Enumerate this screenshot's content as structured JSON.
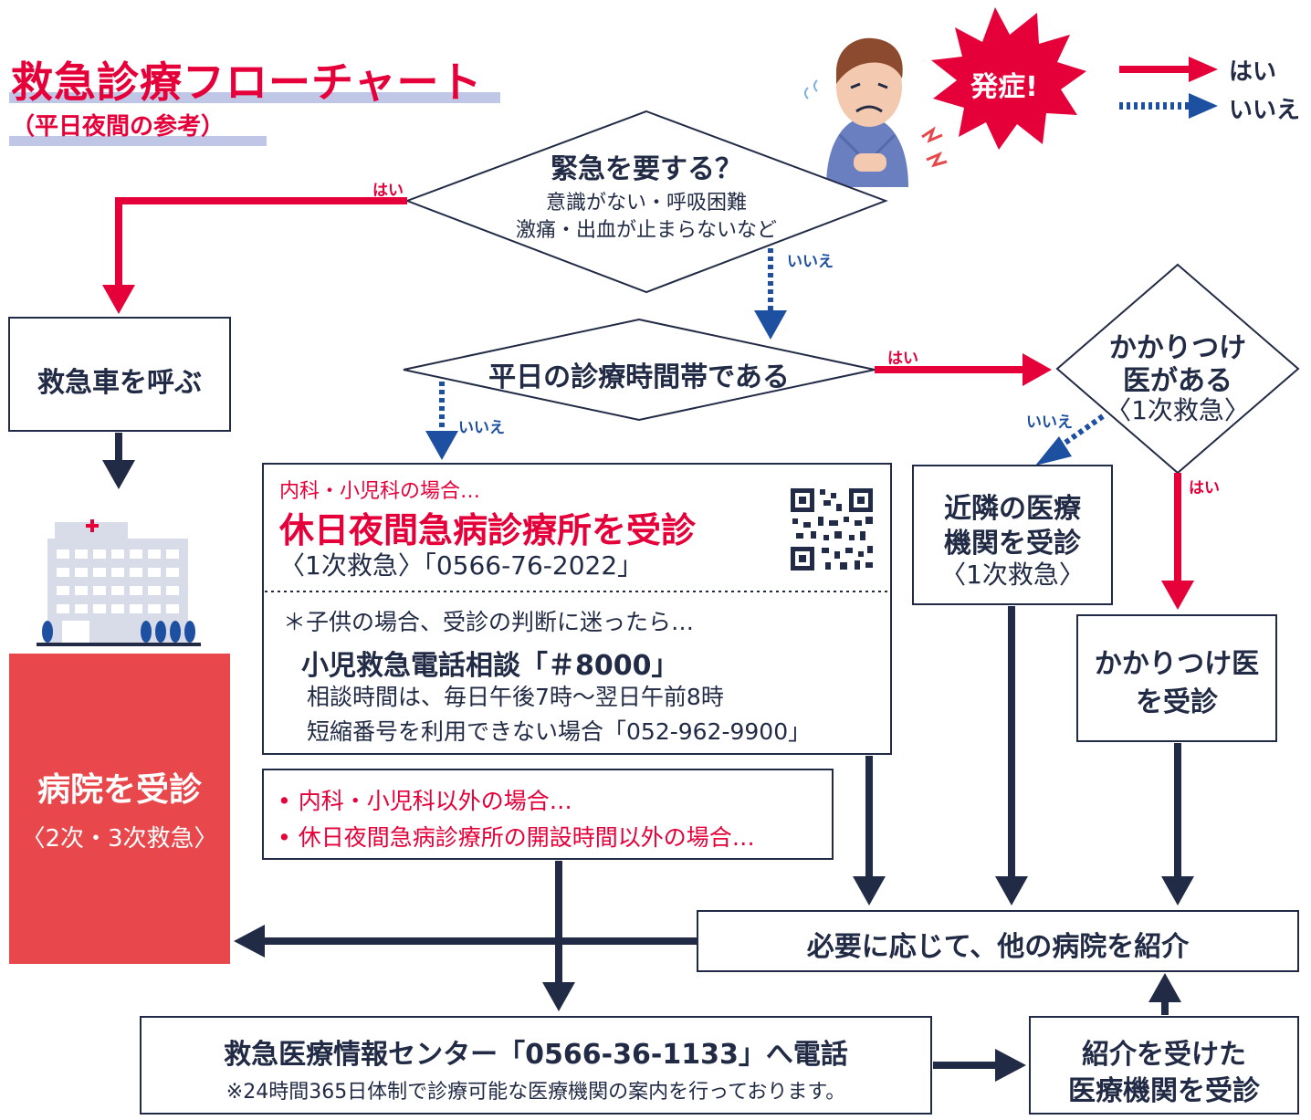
{
  "header": {
    "title": "救急診療フローチャート",
    "subtitle": "（平日夜間の参考）"
  },
  "legend": {
    "yes_label": "はい",
    "no_label": "いいえ"
  },
  "burst_label": "発症!",
  "emergency_decision": {
    "title": "緊急を要する？",
    "line1": "意識がない・呼吸困難",
    "line2": "激痛・出血が止まらないなど",
    "yes": "はい",
    "no": "いいえ"
  },
  "ambulance": {
    "label": "救急車を呼ぶ"
  },
  "weekday_decision": {
    "title": "平日の診療時間帯である",
    "yes": "はい",
    "no": "いいえ"
  },
  "family_doctor_decision": {
    "line1": "かかりつけ",
    "line2": "医がある",
    "line3": "〈1次救急〉",
    "yes": "はい",
    "no": "いいえ"
  },
  "holiday_clinic": {
    "intro": "内科・小児科の場合…",
    "title": "休日夜間急病診療所を受診",
    "detail": "〈1次救急〉「0566-76-2022」",
    "child_intro": "＊子供の場合、受診の判断に迷ったら…",
    "child_title": "小児救急電話相談「＃8000」",
    "child_hours": "相談時間は、毎日午後7時～翌日午前8時",
    "child_alt": "短縮番号を利用できない場合「052-962-9900」"
  },
  "other_cases": {
    "item1": "• 内科・小児科以外の場合…",
    "item2": "• 休日夜間急病診療所の開設時間以外の場合…"
  },
  "nearby": {
    "line1": "近隣の医療",
    "line2": "機関を受診",
    "line3": "〈1次救急〉"
  },
  "family_doctor_visit": {
    "line1": "かかりつけ医",
    "line2": "を受診"
  },
  "hospital": {
    "line1": "病院を受診",
    "line2": "〈2次・3次救急〉"
  },
  "referral": {
    "label": "必要に応じて、他の病院を紹介"
  },
  "info_center": {
    "title": "救急医療情報センター「0566-36-1133」へ電話",
    "note": "※24時間365日体制で診療可能な医療機関の案内を行っております。"
  },
  "referred_visit": {
    "line1": "紹介を受けた",
    "line2": "医療機関を受診"
  },
  "colors": {
    "yes": "#e60039",
    "no": "#1e50a2",
    "flow": "#222b45",
    "hospital": "#e8474b",
    "title_bar": "#bfc6e6"
  },
  "icons": [
    "sick-person-icon",
    "hospital-building-icon",
    "qr-code-icon"
  ]
}
